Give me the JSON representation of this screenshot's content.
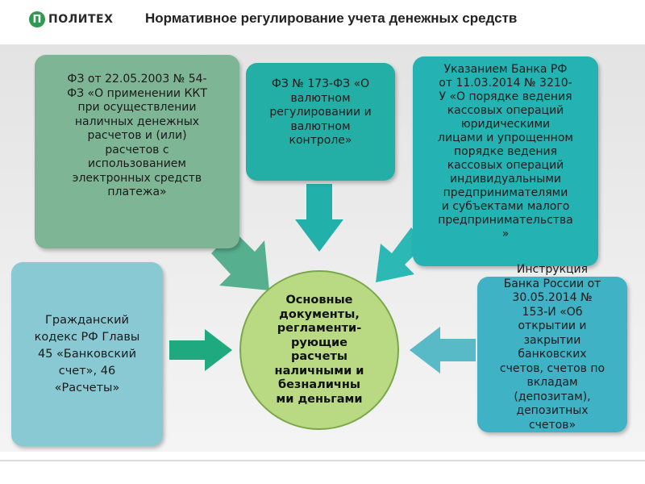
{
  "header": {
    "logo_mark": "П",
    "logo_text": "ПОЛИТЕХ",
    "title": "Нормативное регулирование учета денежных средств"
  },
  "boxes": {
    "fz54": "ФЗ от 22.05.2003 № 54-\nФЗ «О применении ККТ\nпри осуществлении\nналичных денежных\nрасчетов и (или)\nрасчетов с\nиспользованием\nэлектронных средств\nплатежа»",
    "fz173": "ФЗ  № 173-ФЗ «О\nвалютном\nрегулировании и\nвалютном\nконтроле»",
    "cbr3210": "Указанием Банка РФ\nот 11.03.2014 № 3210-\nУ «О порядке ведения\nкассовых операций\nюридическими\nлицами и упрощенном\nпорядке ведения\nкассовых операций\nиндивидуальными\nпредпринимателями\nи субъектами малого\nпредпринимательства\n»",
    "gk": "Гражданский\nкодекс РФ Главы\n45 «Банковский\nсчет», 46\n«Расчеты»",
    "instr153": "Инструкция\nБанка России от\n30.05.2014 №\n153-И «Об\nоткрытии и\nзакрытии\nбанковских\nсчетов, счетов по\nвкладам\n(депозитам),\nдепозитных\nсчетов»"
  },
  "center": {
    "text": "Основные\nдокументы,\nрегламенти-\nрующие\nрасчеты\nналичными и\nбезналичны\nми деньгами"
  },
  "colors": {
    "fz54": "#7db595",
    "fz173": "#23afa6",
    "cbr3210": "#24b3b2",
    "gk": "#89c9d4",
    "instr153": "#3fb2c5",
    "center": "#b9d983"
  }
}
